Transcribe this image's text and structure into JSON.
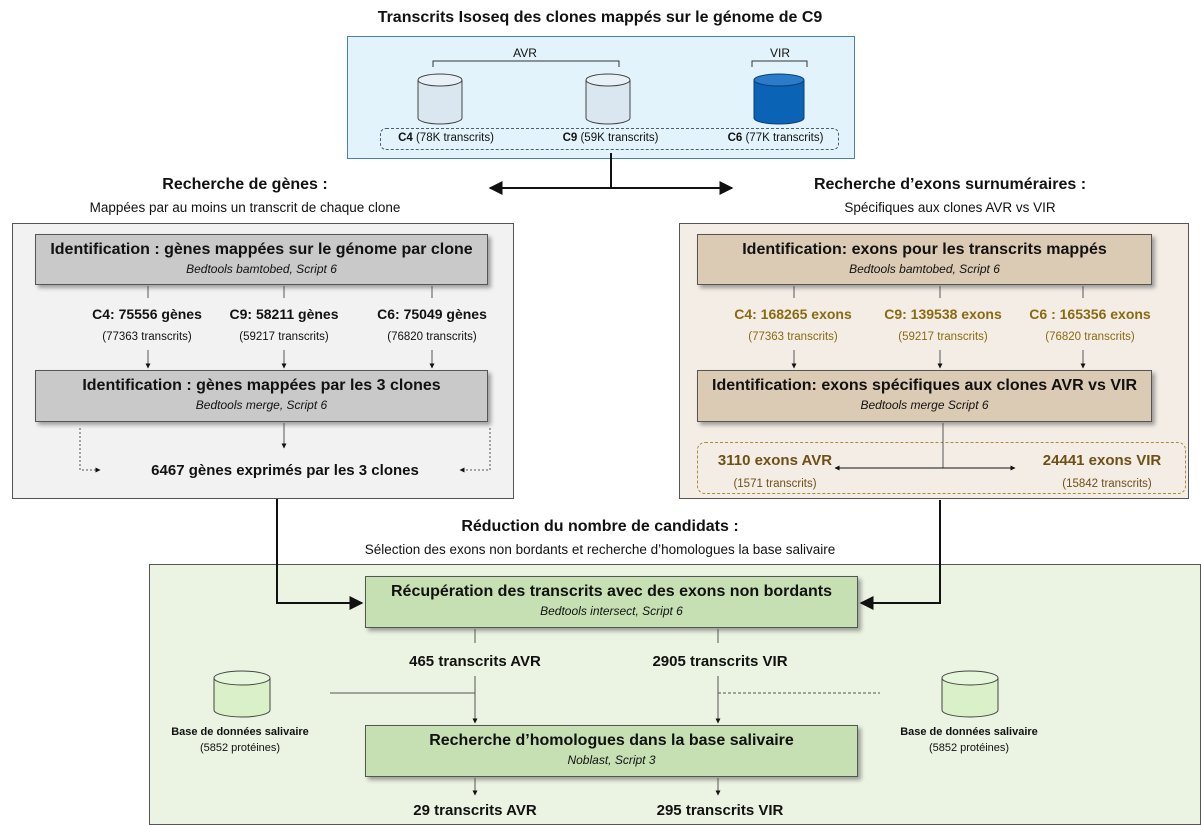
{
  "top": {
    "title": "Transcrits Isoseq des clones mappés sur le génome de C9",
    "bracket_avr": "AVR",
    "bracket_vir": "VIR",
    "clones": [
      {
        "code": "C4",
        "desc": "(78K transcrits)"
      },
      {
        "code": "C9",
        "desc": "(59K transcrits)"
      },
      {
        "code": "C6",
        "desc": "(77K transcrits)"
      }
    ]
  },
  "left": {
    "heading": "Recherche de gènes :",
    "subheading": "Mappées par au moins un transcrit de chaque clone",
    "box1_title": "Identification : gènes mappées sur le génome par clone",
    "box1_sub": "Bedtools bamtobed, Script 6",
    "counts": [
      {
        "label": "C4: 75556 gènes",
        "sub": "(77363 transcrits)"
      },
      {
        "label": "C9: 58211 gènes",
        "sub": "(59217 transcrits)"
      },
      {
        "label": "C6: 75049 gènes",
        "sub": "(76820 transcrits)"
      }
    ],
    "box2_title": "Identification : gènes mappées par les 3 clones",
    "box2_sub": "Bedtools merge, Script 6",
    "result": "6467 gènes exprimés par les 3 clones"
  },
  "right": {
    "heading": "Recherche d’exons surnuméraires :",
    "subheading": "Spécifiques aux clones AVR vs VIR",
    "box1_title": "Identification: exons pour les transcrits mappés",
    "box1_sub": "Bedtools bamtobed, Script 6",
    "counts": [
      {
        "label": "C4: 168265 exons",
        "sub": "(77363 transcrits)"
      },
      {
        "label": "C9: 139538 exons",
        "sub": "(59217 transcrits)"
      },
      {
        "label": "C6 : 165356 exons",
        "sub": "(76820 transcrits)"
      }
    ],
    "box2_title": "Identification: exons spécifiques aux clones AVR vs VIR",
    "box2_sub": "Bedtools merge Script 6",
    "avr_label": "3110 exons AVR",
    "avr_sub": "(1571 transcrits)",
    "vir_label": "24441 exons VIR",
    "vir_sub": "(15842 transcrits)"
  },
  "bottom": {
    "heading": "Réduction du nombre de candidats :",
    "subheading": "Sélection des exons non bordants et recherche d’homologues la base salivaire",
    "box1_title": "Récupération des transcrits avec des exons non bordants",
    "box1_sub": "Bedtools intersect, Script 6",
    "avr_count": "465 transcrits AVR",
    "vir_count": "2905 transcrits VIR",
    "db_label": "Base de données salivaire",
    "db_sub": "(5852 protéines)",
    "box2_title": "Recherche d’homologues dans la base salivaire",
    "box2_sub": "Noblast, Script 3",
    "final_avr": "29 transcrits AVR",
    "final_vir": "295 transcrits VIR"
  },
  "colors": {
    "top_panel": "#e2f3fb",
    "top_panel_border": "#4a7fae",
    "left_panel": "#f2f2f2",
    "grey_box": "#c9c9c9",
    "right_panel": "#f3ede6",
    "tan_box": "#dccbb4",
    "bottom_panel": "#ebf3e2",
    "green_box": "#c6e0b4",
    "cylinder_light": "#dae7f1",
    "cylinder_dark": "#0a63b5",
    "cylinder_green": "#d9f0c8"
  }
}
